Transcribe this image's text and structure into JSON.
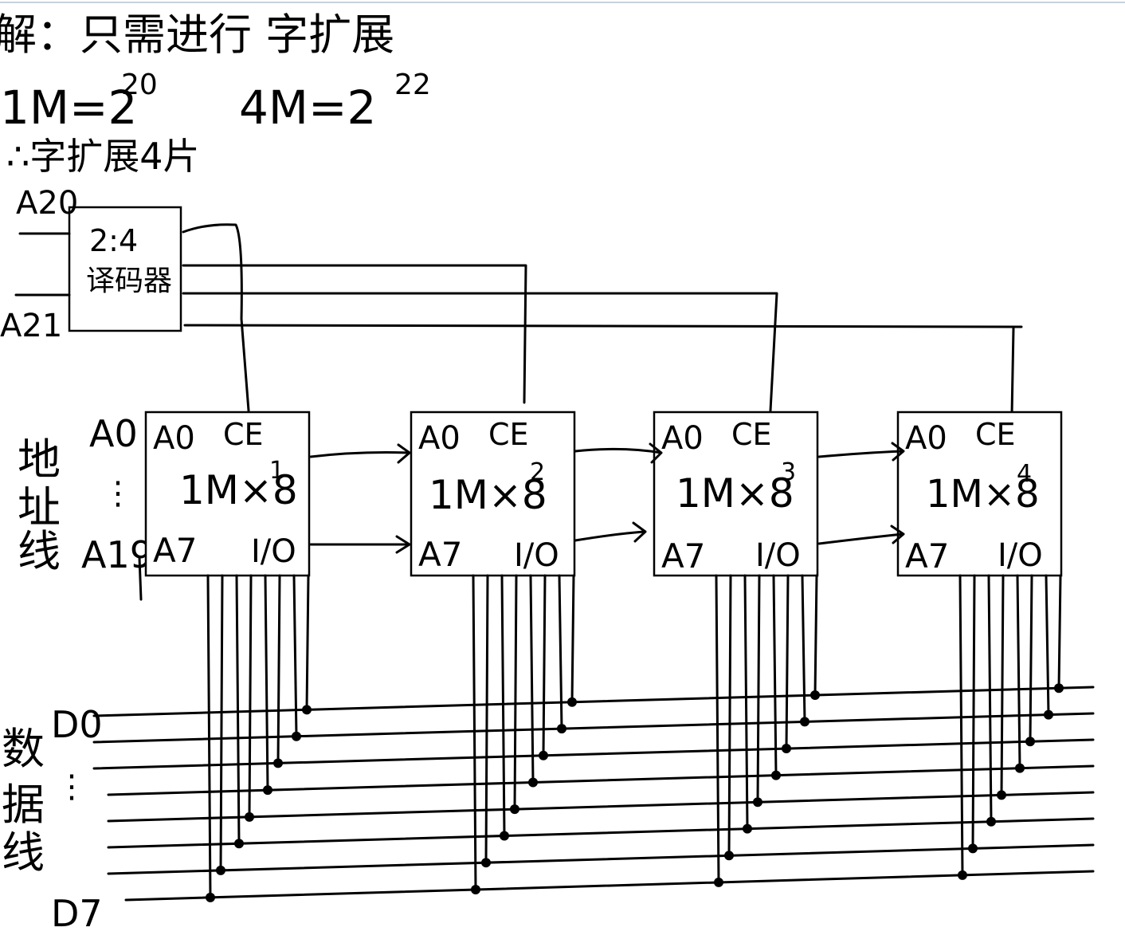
{
  "header": {
    "title": "解：只需进行 字扩展",
    "eq1_base": "1M=2",
    "eq1_exp": "20",
    "eq2_base": "4M=2",
    "eq2_exp": "22",
    "conclusion": "∴字扩展4片"
  },
  "decoder": {
    "label_line1": "2:4",
    "label_line2": "译码器",
    "input_top": "A20",
    "input_bottom": "A21"
  },
  "address_bus": {
    "side_label": [
      "地",
      "址",
      "线"
    ],
    "start": "A0",
    "dots": "⋮",
    "end": "A19"
  },
  "chips": [
    {
      "a0": "A0",
      "ce": "CE",
      "name": "1M×8",
      "index": "1",
      "a7": "A7",
      "io": "I/O"
    },
    {
      "a0": "A0",
      "ce": "CE",
      "name": "1M×8",
      "index": "2",
      "a7": "A7",
      "io": "I/O"
    },
    {
      "a0": "A0",
      "ce": "CE",
      "name": "1M×8",
      "index": "3",
      "a7": "A7",
      "io": "I/O"
    },
    {
      "a0": "A0",
      "ce": "CE",
      "name": "1M×8",
      "index": "4",
      "a7": "A7",
      "io": "I/O"
    }
  ],
  "data_bus": {
    "side_label": [
      "数",
      "据",
      "线"
    ],
    "start": "D0",
    "dots": "⋮",
    "end": "D7"
  }
}
